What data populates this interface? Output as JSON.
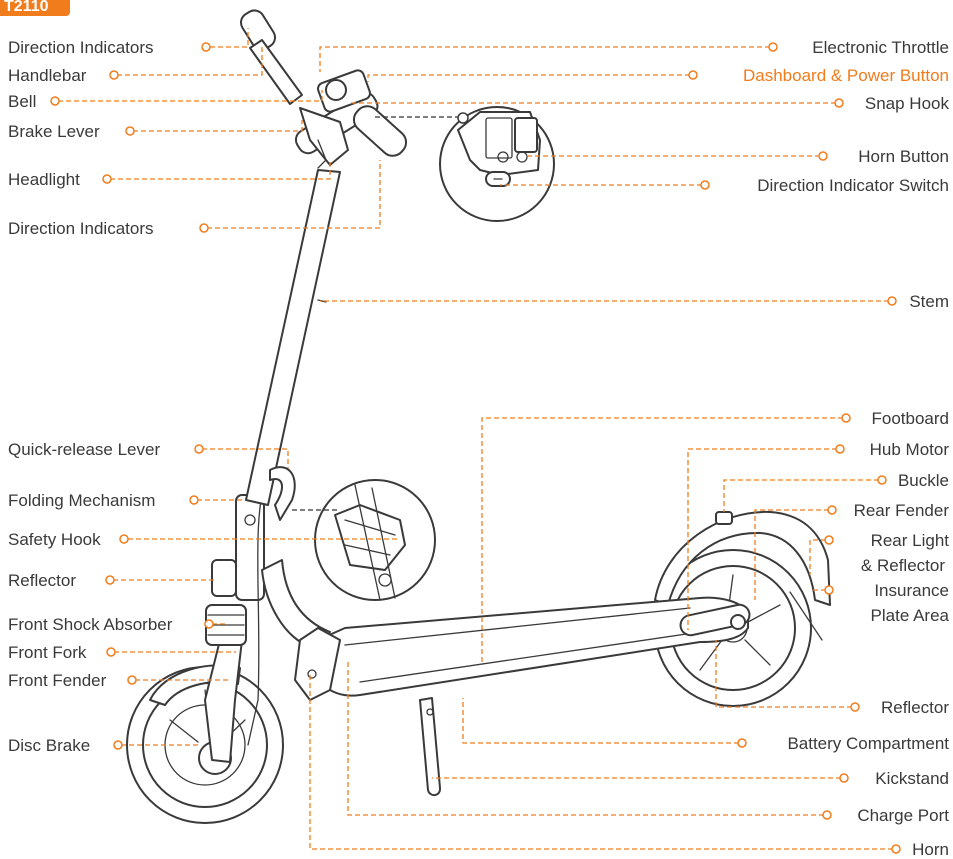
{
  "model_badge": {
    "text": "T2110",
    "color": "#f07c1c"
  },
  "colors": {
    "leader": "#f07c1c",
    "text": "#3a3a3a",
    "highlight": "#f07c1c"
  },
  "labels": {
    "direction_indicators_top": "Direction Indicators",
    "handlebar": "Handlebar",
    "bell": "Bell",
    "brake_lever": "Brake Lever",
    "headlight": "Headlight",
    "direction_indicators_2": "Direction Indicators",
    "quick_release_lever": "Quick-release Lever",
    "folding_mechanism": "Folding Mechanism",
    "safety_hook": "Safety Hook",
    "reflector_front": "Reflector",
    "front_shock_absorber": "Front Shock Absorber",
    "front_fork": "Front Fork",
    "front_fender": "Front Fender",
    "disc_brake": "Disc Brake",
    "electronic_throttle": "Electronic Throttle",
    "dashboard_power_button": "Dashboard & Power Button",
    "snap_hook": "Snap Hook",
    "horn_button": "Horn Button",
    "direction_indicator_switch": "Direction Indicator Switch",
    "stem": "Stem",
    "footboard": "Footboard",
    "hub_motor": "Hub Motor",
    "buckle": "Buckle",
    "rear_fender": "Rear Fender",
    "rear_light_1": "Rear Light",
    "rear_light_2": "& Reflector",
    "insurance_1": "Insurance",
    "insurance_2": "Plate Area",
    "reflector_rear": "Reflector",
    "battery_compartment": "Battery Compartment",
    "kickstand": "Kickstand",
    "charge_port": "Charge Port",
    "horn": "Horn"
  }
}
